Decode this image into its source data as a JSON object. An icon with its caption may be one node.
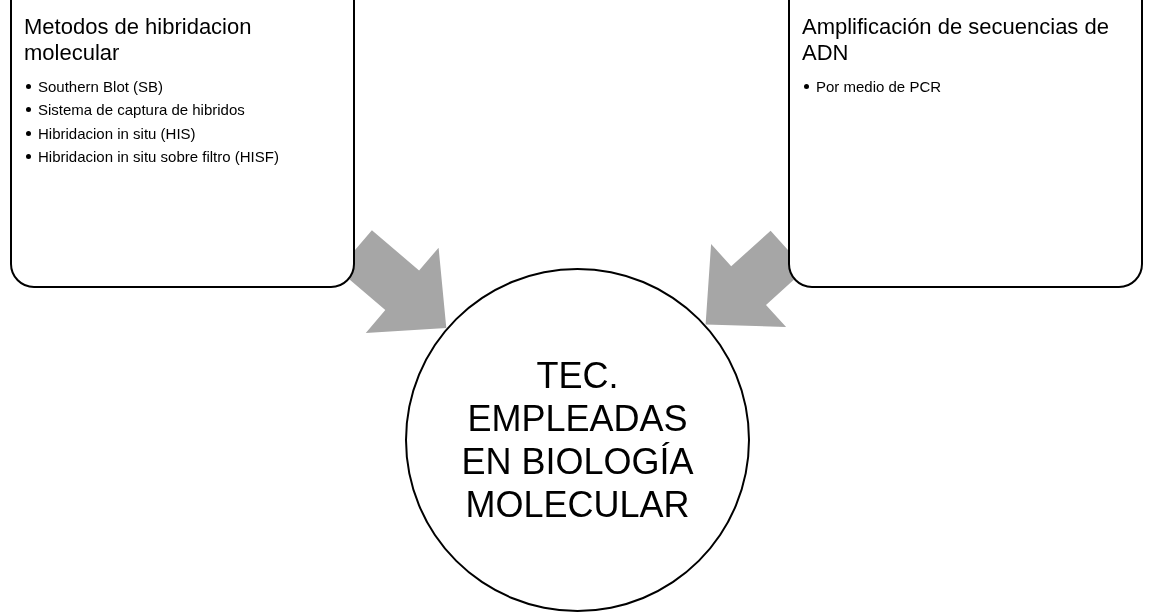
{
  "diagram": {
    "nodes": [
      {
        "text": [
          "Metodos de hibridacion molecular",
          "Southern Blot (SB)",
          "Sistema de captura de hibridos",
          "Hibridacion in situ (HIS)",
          "Hibridacion in situ sobre filtro (HISF)"
        ]
      },
      {
        "text": [
          "Amplificación de secuencias de ADN",
          "Por medio de PCR"
        ]
      },
      {
        "text": [
          "TEC. EMPLEADAS EN BIOLOGÍA MOLECULAR"
        ]
      }
    ],
    "edges": [
      {
        "from": 0,
        "to": 2,
        "arrow": "to",
        "style": "thick"
      },
      {
        "from": 1,
        "to": 2,
        "arrow": "to",
        "style": "thick"
      }
    ]
  }
}
